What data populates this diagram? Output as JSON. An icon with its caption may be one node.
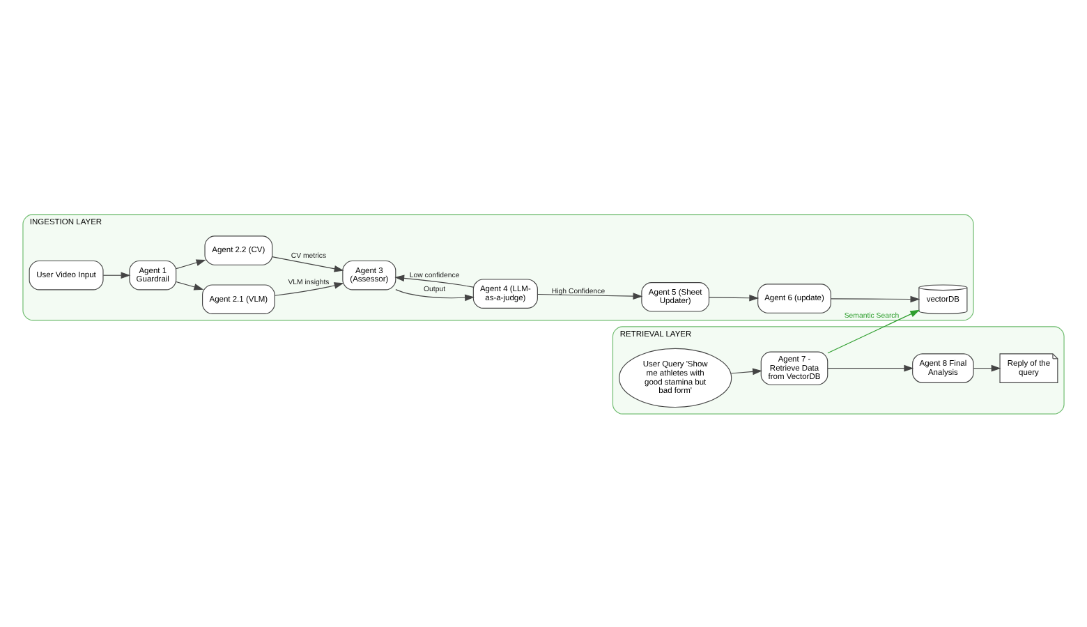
{
  "diagram": {
    "nodes": [
      {
        "text": [
          "INGESTION LAYER"
        ]
      },
      {
        "text": [
          "User Video Input"
        ],
        "in": 0
      },
      {
        "text": [
          "Agent 1 Guardrail"
        ],
        "in": 0
      },
      {
        "text": [
          "Agent 2.1 (VLM)"
        ],
        "in": 0
      },
      {
        "text": [
          "Agent 2.2 (CV)"
        ],
        "in": 0
      },
      {
        "text": [
          "Agent 3 (Assessor)"
        ],
        "in": 0
      },
      {
        "text": [
          "Agent 4 (LLM- as-a-judge)"
        ],
        "in": 0
      },
      {
        "text": [
          "Agent 5 (Sheet Updater)"
        ],
        "in": 0
      },
      {
        "text": [
          "Agent 6 (update)"
        ],
        "in": 0
      },
      {
        "text": [
          "vectorDB"
        ],
        "in": 0
      },
      {
        "text": [
          "RETRIEVAL LAYER"
        ]
      },
      {
        "text": [
          "User Query 'Show me athletes with good stamina but bad form'"
        ],
        "in": 10
      },
      {
        "text": [
          "Agent 7 - Retrieve Data from VectorDB"
        ],
        "in": 10
      },
      {
        "text": [
          "Agent 8 Final Analysis"
        ],
        "in": 10
      },
      {
        "text": [
          "Reply of the query"
        ],
        "in": 10
      }
    ],
    "edges": [
      {
        "from": 1,
        "to": 2,
        "arrow": "to"
      },
      {
        "from": 2,
        "to": 3,
        "arrow": "to"
      },
      {
        "from": 2,
        "to": 4,
        "arrow": "to"
      },
      {
        "from": 3,
        "to": 5,
        "arrow": "to",
        "label": "VLM insights"
      },
      {
        "from": 4,
        "to": 5,
        "arrow": "to",
        "label": "CV metrics"
      },
      {
        "from": 5,
        "to": 6,
        "arrow": "to",
        "label": "Output"
      },
      {
        "from": 6,
        "to": 5,
        "arrow": "to",
        "label": "Low confidence"
      },
      {
        "from": 6,
        "to": 7,
        "arrow": "to",
        "label": "High Confidence"
      },
      {
        "from": 7,
        "to": 8,
        "arrow": "to"
      },
      {
        "from": 8,
        "to": 9,
        "arrow": "to"
      },
      {
        "from": 12,
        "to": 9,
        "arrow": "to",
        "label": "Semantic Search",
        "color": "#2e9e2e"
      },
      {
        "from": 11,
        "to": 12,
        "arrow": "to"
      },
      {
        "from": 12,
        "to": 13,
        "arrow": "to"
      },
      {
        "from": 13,
        "to": 14,
        "arrow": "to"
      }
    ]
  }
}
